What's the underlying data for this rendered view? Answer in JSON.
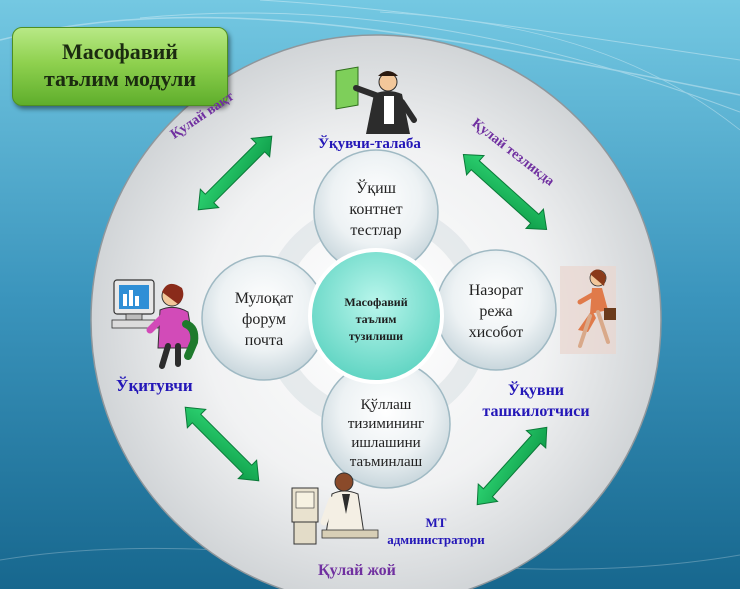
{
  "title": {
    "line1": "Масофавий",
    "line2": "таълим модули"
  },
  "center": {
    "line1": "Масофавий",
    "line2": "таълим",
    "line3": "тузилиши"
  },
  "nodes": {
    "top": [
      "Ўқиш",
      "контнет",
      "тестлар"
    ],
    "left": [
      "Мулоқат",
      "форум",
      "почта"
    ],
    "right": [
      "Назорат",
      "режа",
      "хисобот"
    ],
    "bottom": [
      "Қўллаш",
      "тизимининг",
      "ишлашини",
      "таъминлаш"
    ]
  },
  "roles": {
    "student": "Ўқувчи-талаба",
    "teacher": "Ўқитувчи",
    "organizer_line1": "Ўқувни",
    "organizer_line2": "ташкилотчиси",
    "admin_line1": "МТ",
    "admin_line2": "администратори"
  },
  "arrow_labels": {
    "time": "Қулай вақт",
    "speed": "Қулай тезликда",
    "place": "Қулай жой"
  },
  "icons": {
    "student": "presenter-figure-icon",
    "teacher": "woman-at-computer-icon",
    "organizer": "businesswoman-walking-icon",
    "admin": "man-at-desk-icon"
  },
  "colors": {
    "background_top": "#6fc3df",
    "background_bottom": "#1a6d93",
    "arrow_green": "#19b35a",
    "node_teal": "#7fe3d2",
    "role_blue": "#2417b8",
    "label_purple": "#7030a0",
    "title_green": "#8fd14f"
  }
}
